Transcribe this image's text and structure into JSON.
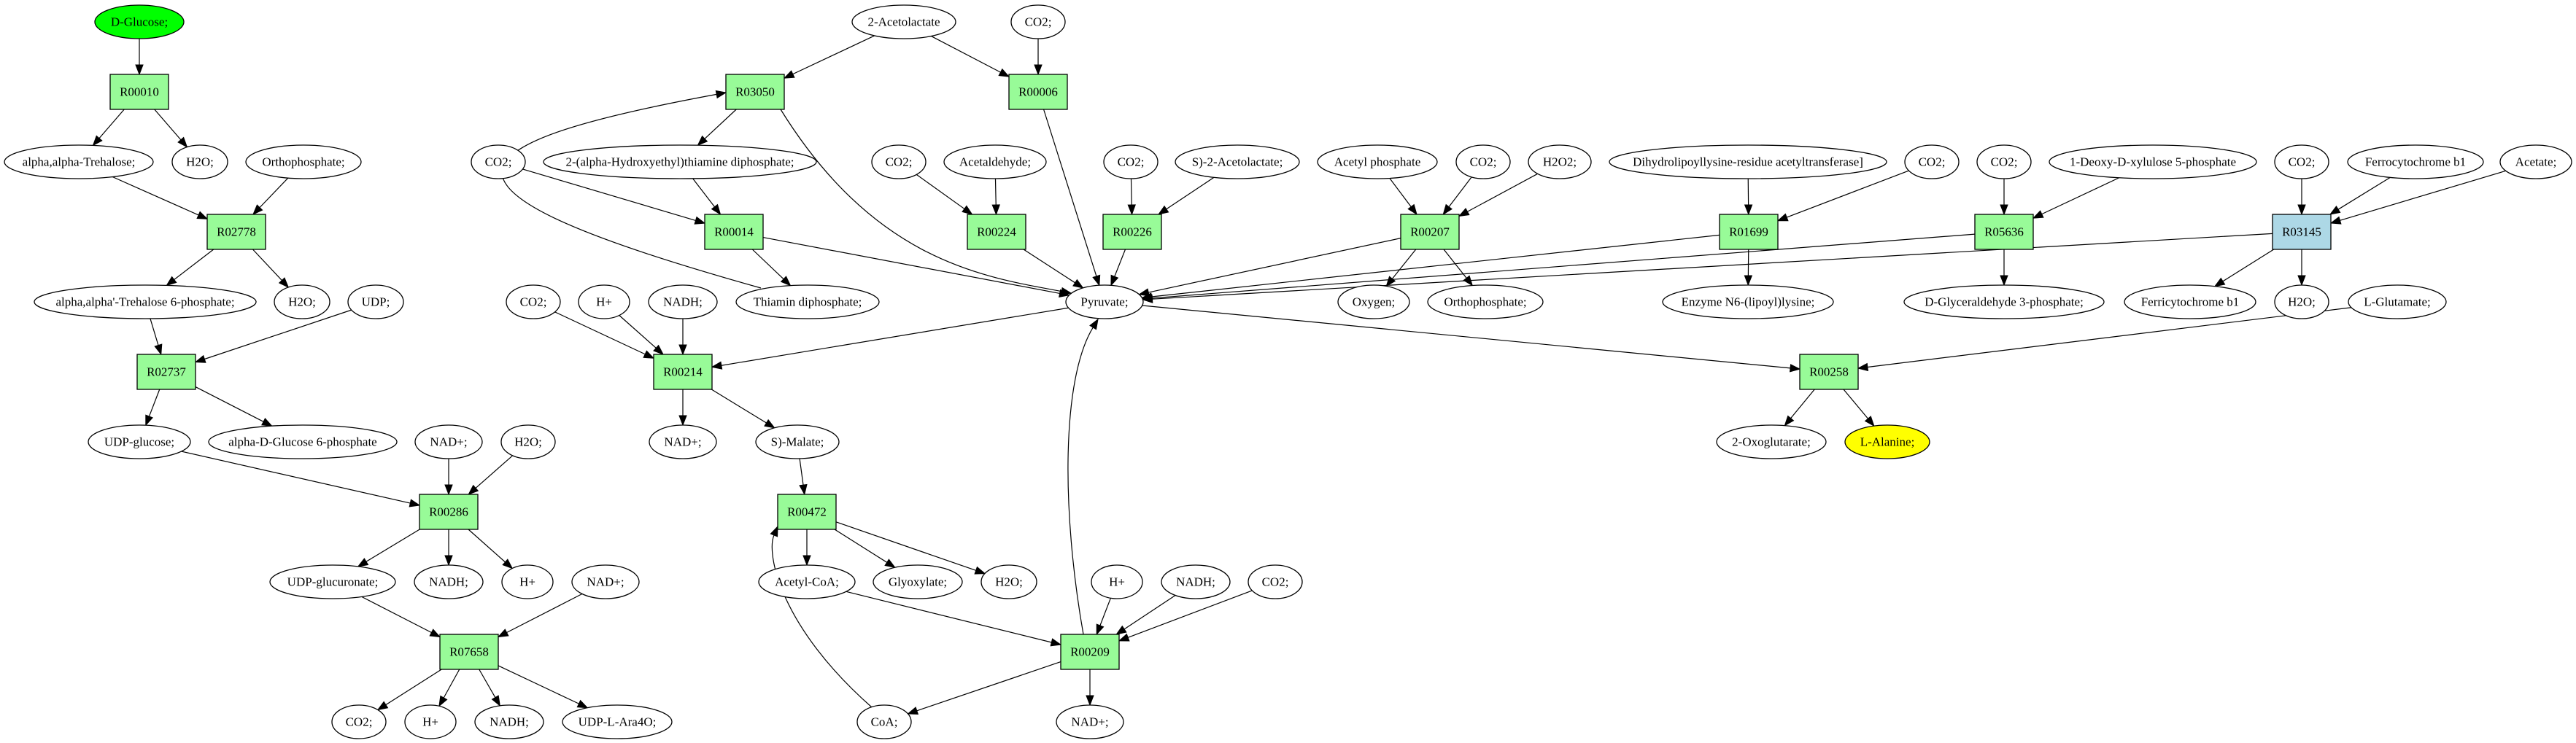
{
  "graph": {
    "type": "metabolic-pathway",
    "colors": {
      "reaction": "#98fb98",
      "reaction_highlight": "#add8e6",
      "source_compound": "#00ff00",
      "target_compound": "#ffff00",
      "compound": "#ffffff",
      "stroke": "#000000"
    },
    "nodes": [
      {
        "id": "glucose",
        "label": "D-Glucose;",
        "kind": "compound",
        "role": "source"
      },
      {
        "id": "R00010",
        "label": "R00010",
        "kind": "reaction"
      },
      {
        "id": "trehalose",
        "label": "alpha,alpha-Trehalose;",
        "kind": "compound"
      },
      {
        "id": "h2o_a",
        "label": "H2O;",
        "kind": "compound"
      },
      {
        "id": "orthophosphate_a",
        "label": "Orthophosphate;",
        "kind": "compound"
      },
      {
        "id": "R02778",
        "label": "R02778",
        "kind": "reaction"
      },
      {
        "id": "trehalose6p",
        "label": "alpha,alpha'-Trehalose 6-phosphate;",
        "kind": "compound"
      },
      {
        "id": "h2o_b",
        "label": "H2O;",
        "kind": "compound"
      },
      {
        "id": "udp",
        "label": "UDP;",
        "kind": "compound"
      },
      {
        "id": "R02737",
        "label": "R02737",
        "kind": "reaction"
      },
      {
        "id": "udpglucose",
        "label": "UDP-glucose;",
        "kind": "compound"
      },
      {
        "id": "glucose6p",
        "label": "alpha-D-Glucose 6-phosphate",
        "kind": "compound"
      },
      {
        "id": "nadp_a",
        "label": "NAD+;",
        "kind": "compound"
      },
      {
        "id": "h2o_c",
        "label": "H2O;",
        "kind": "compound"
      },
      {
        "id": "R00286",
        "label": "R00286",
        "kind": "reaction"
      },
      {
        "id": "udpglucuronate",
        "label": "UDP-glucuronate;",
        "kind": "compound"
      },
      {
        "id": "nadh_a",
        "label": "NADH;",
        "kind": "compound"
      },
      {
        "id": "hplus_a",
        "label": "H+",
        "kind": "compound"
      },
      {
        "id": "nadp_b",
        "label": "NAD+;",
        "kind": "compound"
      },
      {
        "id": "R07658",
        "label": "R07658",
        "kind": "reaction"
      },
      {
        "id": "co2_a",
        "label": "CO2;",
        "kind": "compound"
      },
      {
        "id": "hplus_b",
        "label": "H+",
        "kind": "compound"
      },
      {
        "id": "nadh_b",
        "label": "NADH;",
        "kind": "compound"
      },
      {
        "id": "udpara",
        "label": "UDP-L-Ara4O;",
        "kind": "compound"
      },
      {
        "id": "acetolactate2",
        "label": "2-Acetolactate",
        "kind": "compound"
      },
      {
        "id": "co2_b",
        "label": "CO2;",
        "kind": "compound"
      },
      {
        "id": "R03050",
        "label": "R03050",
        "kind": "reaction"
      },
      {
        "id": "R00006",
        "label": "R00006",
        "kind": "reaction"
      },
      {
        "id": "co2_c",
        "label": "CO2;",
        "kind": "compound"
      },
      {
        "id": "hethylthpp",
        "label": "2-(alpha-Hydroxyethyl)thiamine diphosphate;",
        "kind": "compound"
      },
      {
        "id": "R00014",
        "label": "R00014",
        "kind": "reaction"
      },
      {
        "id": "thpp",
        "label": "Thiamin diphosphate;",
        "kind": "compound"
      },
      {
        "id": "co2_d",
        "label": "CO2;",
        "kind": "compound"
      },
      {
        "id": "acetaldehyde",
        "label": "Acetaldehyde;",
        "kind": "compound"
      },
      {
        "id": "R00224",
        "label": "R00224",
        "kind": "reaction"
      },
      {
        "id": "co2_e",
        "label": "CO2;",
        "kind": "compound"
      },
      {
        "id": "sacetolactate",
        "label": "S)-2-Acetolactate;",
        "kind": "compound"
      },
      {
        "id": "R00226",
        "label": "R00226",
        "kind": "reaction"
      },
      {
        "id": "pyruvate",
        "label": "Pyruvate;",
        "kind": "compound"
      },
      {
        "id": "co2_f",
        "label": "CO2;",
        "kind": "compound"
      },
      {
        "id": "hplus_c",
        "label": "H+",
        "kind": "compound"
      },
      {
        "id": "nadh_c",
        "label": "NADH;",
        "kind": "compound"
      },
      {
        "id": "R00214",
        "label": "R00214",
        "kind": "reaction"
      },
      {
        "id": "nadp_c",
        "label": "NAD+;",
        "kind": "compound"
      },
      {
        "id": "smalate",
        "label": "S)-Malate;",
        "kind": "compound"
      },
      {
        "id": "R00472",
        "label": "R00472",
        "kind": "reaction"
      },
      {
        "id": "acetylcoa",
        "label": "Acetyl-CoA;",
        "kind": "compound"
      },
      {
        "id": "glyoxylate",
        "label": "Glyoxylate;",
        "kind": "compound"
      },
      {
        "id": "h2o_d",
        "label": "H2O;",
        "kind": "compound"
      },
      {
        "id": "hplus_d",
        "label": "H+",
        "kind": "compound"
      },
      {
        "id": "nadh_d",
        "label": "NADH;",
        "kind": "compound"
      },
      {
        "id": "co2_g",
        "label": "CO2;",
        "kind": "compound"
      },
      {
        "id": "R00209",
        "label": "R00209",
        "kind": "reaction"
      },
      {
        "id": "coa",
        "label": "CoA;",
        "kind": "compound"
      },
      {
        "id": "nadp_d",
        "label": "NAD+;",
        "kind": "compound"
      },
      {
        "id": "acetylphosphate",
        "label": "Acetyl phosphate",
        "kind": "compound"
      },
      {
        "id": "co2_h",
        "label": "CO2;",
        "kind": "compound"
      },
      {
        "id": "h2o2",
        "label": "H2O2;",
        "kind": "compound"
      },
      {
        "id": "R00207",
        "label": "R00207",
        "kind": "reaction"
      },
      {
        "id": "oxygen",
        "label": "Oxygen;",
        "kind": "compound"
      },
      {
        "id": "orthophosphate_b",
        "label": "Orthophosphate;",
        "kind": "compound"
      },
      {
        "id": "dihydrolipoyl",
        "label": "Dihydrolipoyllysine-residue acetyltransferase]",
        "kind": "compound"
      },
      {
        "id": "co2_i",
        "label": "CO2;",
        "kind": "compound"
      },
      {
        "id": "R01699",
        "label": "R01699",
        "kind": "reaction"
      },
      {
        "id": "lipoyllysine",
        "label": "Enzyme N6-(lipoyl)lysine;",
        "kind": "compound"
      },
      {
        "id": "co2_j",
        "label": "CO2;",
        "kind": "compound"
      },
      {
        "id": "deoxyxylulose",
        "label": "1-Deoxy-D-xylulose 5-phosphate",
        "kind": "compound"
      },
      {
        "id": "R05636",
        "label": "R05636",
        "kind": "reaction"
      },
      {
        "id": "gap",
        "label": "D-Glyceraldehyde 3-phosphate;",
        "kind": "compound"
      },
      {
        "id": "co2_k",
        "label": "CO2;",
        "kind": "compound"
      },
      {
        "id": "ferrocyt",
        "label": "Ferrocytochrome b1",
        "kind": "compound"
      },
      {
        "id": "acetate",
        "label": "Acetate;",
        "kind": "compound"
      },
      {
        "id": "R03145",
        "label": "R03145",
        "kind": "reaction",
        "role": "highlight"
      },
      {
        "id": "ferricyt",
        "label": "Ferricytochrome b1",
        "kind": "compound"
      },
      {
        "id": "h2o_e",
        "label": "H2O;",
        "kind": "compound"
      },
      {
        "id": "glutamate",
        "label": "L-Glutamate;",
        "kind": "compound"
      },
      {
        "id": "R00258",
        "label": "R00258",
        "kind": "reaction"
      },
      {
        "id": "oxoglutarate",
        "label": "2-Oxoglutarate;",
        "kind": "compound"
      },
      {
        "id": "alanine",
        "label": "L-Alanine;",
        "kind": "compound",
        "role": "target"
      }
    ],
    "edges": [
      [
        "glucose",
        "R00010"
      ],
      [
        "R00010",
        "trehalose"
      ],
      [
        "R00010",
        "h2o_a"
      ],
      [
        "trehalose",
        "R02778"
      ],
      [
        "orthophosphate_a",
        "R02778"
      ],
      [
        "R02778",
        "trehalose6p"
      ],
      [
        "R02778",
        "h2o_b"
      ],
      [
        "trehalose6p",
        "R02737"
      ],
      [
        "udp",
        "R02737"
      ],
      [
        "R02737",
        "udpglucose"
      ],
      [
        "R02737",
        "glucose6p"
      ],
      [
        "udpglucose",
        "R00286"
      ],
      [
        "nadp_a",
        "R00286"
      ],
      [
        "h2o_c",
        "R00286"
      ],
      [
        "R00286",
        "udpglucuronate"
      ],
      [
        "R00286",
        "nadh_a"
      ],
      [
        "R00286",
        "hplus_a"
      ],
      [
        "udpglucuronate",
        "R07658"
      ],
      [
        "nadp_b",
        "R07658"
      ],
      [
        "R07658",
        "co2_a"
      ],
      [
        "R07658",
        "hplus_b"
      ],
      [
        "R07658",
        "nadh_b"
      ],
      [
        "R07658",
        "udpara"
      ],
      [
        "acetolactate2",
        "R03050"
      ],
      [
        "acetolactate2",
        "R00006"
      ],
      [
        "co2_b",
        "R00006"
      ],
      [
        "R03050",
        "hethylthpp"
      ],
      [
        "R03050",
        "pyruvate"
      ],
      [
        "R00006",
        "pyruvate"
      ],
      [
        "hethylthpp",
        "R00014"
      ],
      [
        "co2_c",
        "R00014"
      ],
      [
        "R00014",
        "thpp"
      ],
      [
        "R00014",
        "pyruvate"
      ],
      [
        "thpp",
        "R03050"
      ],
      [
        "co2_d",
        "R00224"
      ],
      [
        "acetaldehyde",
        "R00224"
      ],
      [
        "R00224",
        "pyruvate"
      ],
      [
        "co2_e",
        "R00226"
      ],
      [
        "sacetolactate",
        "R00226"
      ],
      [
        "R00226",
        "pyruvate"
      ],
      [
        "pyruvate",
        "R00214"
      ],
      [
        "co2_f",
        "R00214"
      ],
      [
        "hplus_c",
        "R00214"
      ],
      [
        "nadh_c",
        "R00214"
      ],
      [
        "R00214",
        "nadp_c"
      ],
      [
        "R00214",
        "smalate"
      ],
      [
        "smalate",
        "R00472"
      ],
      [
        "R00472",
        "acetylcoa"
      ],
      [
        "R00472",
        "glyoxylate"
      ],
      [
        "R00472",
        "h2o_d"
      ],
      [
        "acetylcoa",
        "R00209"
      ],
      [
        "hplus_d",
        "R00209"
      ],
      [
        "nadh_d",
        "R00209"
      ],
      [
        "co2_g",
        "R00209"
      ],
      [
        "R00209",
        "coa"
      ],
      [
        "R00209",
        "nadp_d"
      ],
      [
        "R00209",
        "pyruvate"
      ],
      [
        "coa",
        "R00472"
      ],
      [
        "acetylphosphate",
        "R00207"
      ],
      [
        "co2_h",
        "R00207"
      ],
      [
        "h2o2",
        "R00207"
      ],
      [
        "R00207",
        "pyruvate"
      ],
      [
        "R00207",
        "oxygen"
      ],
      [
        "R00207",
        "orthophosphate_b"
      ],
      [
        "dihydrolipoyl",
        "R01699"
      ],
      [
        "co2_i",
        "R01699"
      ],
      [
        "R01699",
        "pyruvate"
      ],
      [
        "R01699",
        "lipoyllysine"
      ],
      [
        "co2_j",
        "R05636"
      ],
      [
        "deoxyxylulose",
        "R05636"
      ],
      [
        "R05636",
        "pyruvate"
      ],
      [
        "R05636",
        "gap"
      ],
      [
        "co2_k",
        "R03145"
      ],
      [
        "ferrocyt",
        "R03145"
      ],
      [
        "acetate",
        "R03145"
      ],
      [
        "R03145",
        "pyruvate"
      ],
      [
        "R03145",
        "ferricyt"
      ],
      [
        "R03145",
        "h2o_e"
      ],
      [
        "pyruvate",
        "R00258"
      ],
      [
        "glutamate",
        "R00258"
      ],
      [
        "R00258",
        "oxoglutarate"
      ],
      [
        "R00258",
        "alanine"
      ]
    ]
  }
}
